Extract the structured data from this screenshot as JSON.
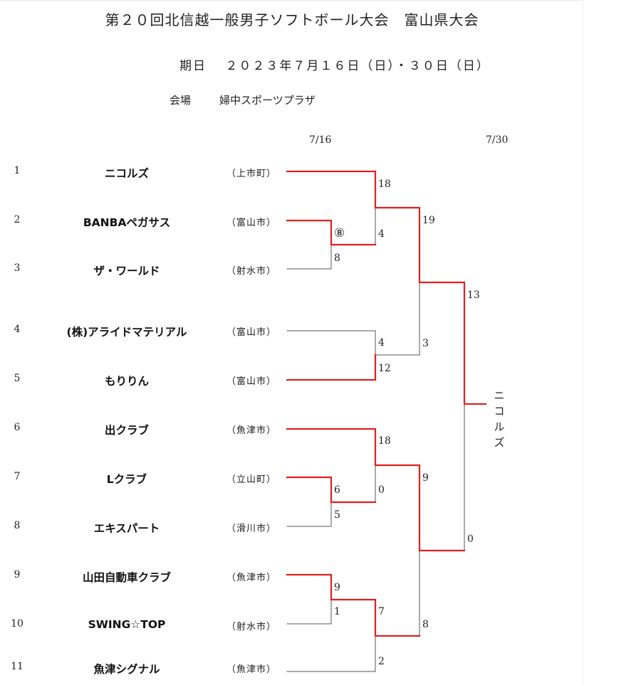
{
  "title": "第２０回北信越一般男子ソフトボール大会　富山県大会",
  "date_label": "期日",
  "date_value": "２０２３年７月１６日（日）・３０日（日）",
  "venue_label": "会場",
  "venue_value": "婦中スポーツプラザ",
  "round_dates": [
    "7/16",
    "7/30"
  ],
  "teams": [
    {
      "seed": "1",
      "name": "ニコルズ",
      "pref": "（上市町）"
    },
    {
      "seed": "2",
      "name": "BANBAペガサス",
      "pref": "（富山市）"
    },
    {
      "seed": "3",
      "name": "ザ・ワールド",
      "pref": "（射水市）"
    },
    {
      "seed": "4",
      "name": "(株)アライドマテリアル",
      "pref": "（富山市）"
    },
    {
      "seed": "5",
      "name": "もりりん",
      "pref": "（富山市）"
    },
    {
      "seed": "6",
      "name": "出クラブ",
      "pref": "（魚津市）"
    },
    {
      "seed": "7",
      "name": "Lクラブ",
      "pref": "（立山町）"
    },
    {
      "seed": "8",
      "name": "エキスパート",
      "pref": "（滑川市）"
    },
    {
      "seed": "9",
      "name": "山田自動車クラブ",
      "pref": "（魚津市）"
    },
    {
      "seed": "10",
      "name": "SWING☆TOP",
      "pref": "（射水市）"
    },
    {
      "seed": "11",
      "name": "魚津シグナル",
      "pref": "（魚津市）"
    }
  ],
  "scores": {
    "m23_top": "⑧",
    "m23_bot": "8",
    "m1_top": "18",
    "m1_bot": "4",
    "m45_top": "4",
    "m45_bot": "12",
    "m78_top": "6",
    "m78_bot": "5",
    "m6_top": "18",
    "m6_bot": "0",
    "m910_top": "9",
    "m910_bot": "1",
    "m11_top": "7",
    "m11_bot": "2",
    "sf1_top": "19",
    "sf1_bot": "3",
    "sf2_top": "9",
    "sf2_bot": "8",
    "f_top": "13",
    "f_bot": "0"
  },
  "champion": [
    "ニ",
    "コ",
    "ル",
    "ズ"
  ],
  "colors": {
    "win": "#e02020",
    "lose": "#555555"
  }
}
